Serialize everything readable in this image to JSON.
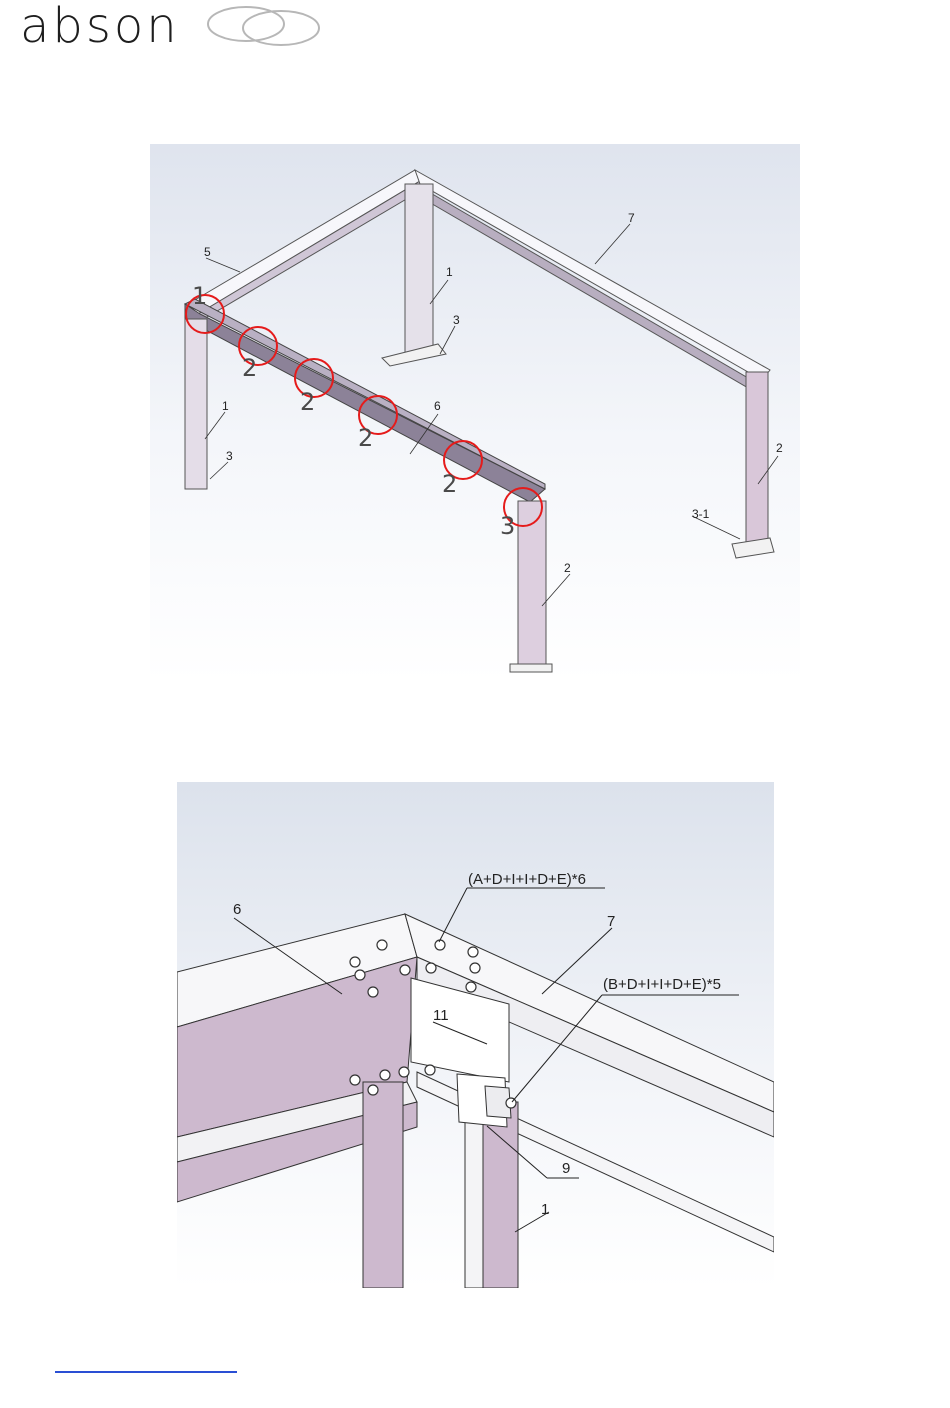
{
  "brand": {
    "name": "abson"
  },
  "colors": {
    "accent_circle": "#e51b1b",
    "beam_purple": "#cdb9ce",
    "link_blue": "#2a4fd4"
  },
  "figure_overview": {
    "part_labels": [
      "1",
      "1",
      "2",
      "2",
      "3",
      "3",
      "3-1",
      "5",
      "6",
      "7"
    ],
    "markers": [
      "1",
      "2",
      "2",
      "2",
      "2",
      "3"
    ]
  },
  "figure_detail": {
    "labels": {
      "beam_left": "6",
      "beam_right": "7",
      "bracket": "11",
      "plate": "9",
      "post": "1"
    },
    "formula_top": "(A+D+I+I+D+E)*6",
    "formula_right": "(B+D+I+I+D+E)*5"
  },
  "footer": {
    "link_text": ""
  }
}
